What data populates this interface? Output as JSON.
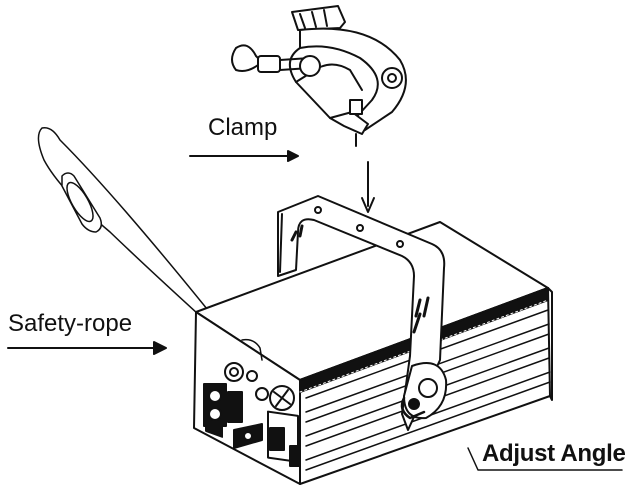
{
  "labels": {
    "clamp": "Clamp",
    "safety_rope": "Safety-rope",
    "adjust_angle": "Adjust Angle"
  },
  "colors": {
    "ink": "#111111",
    "background": "#ffffff"
  }
}
